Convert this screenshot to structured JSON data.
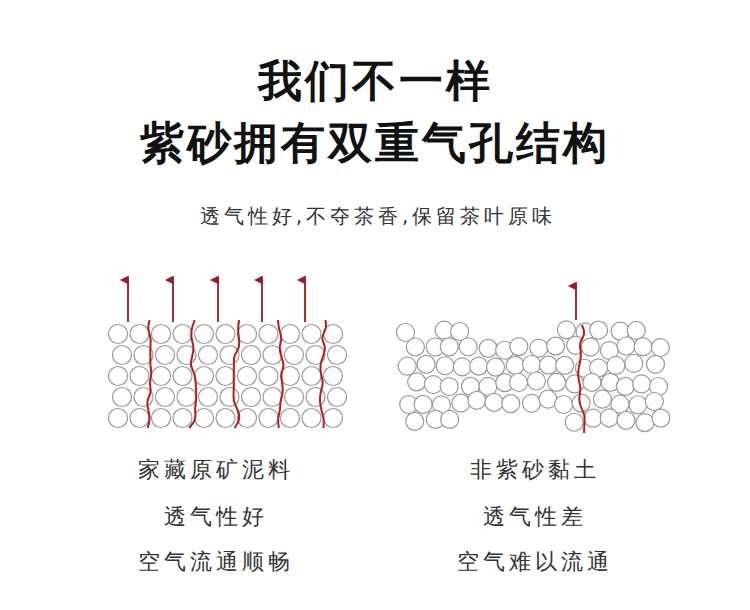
{
  "diagram": {
    "title": "我们不一样",
    "labels": [
      "紫砂拥有双重气孔结构",
      "透气性好,不夺茶香,保留茶叶原味",
      "家藏原矿泥料",
      "透气性好",
      "空气流通顺畅",
      "非紫砂黏土",
      "透气性差",
      "空气难以流通"
    ]
  }
}
